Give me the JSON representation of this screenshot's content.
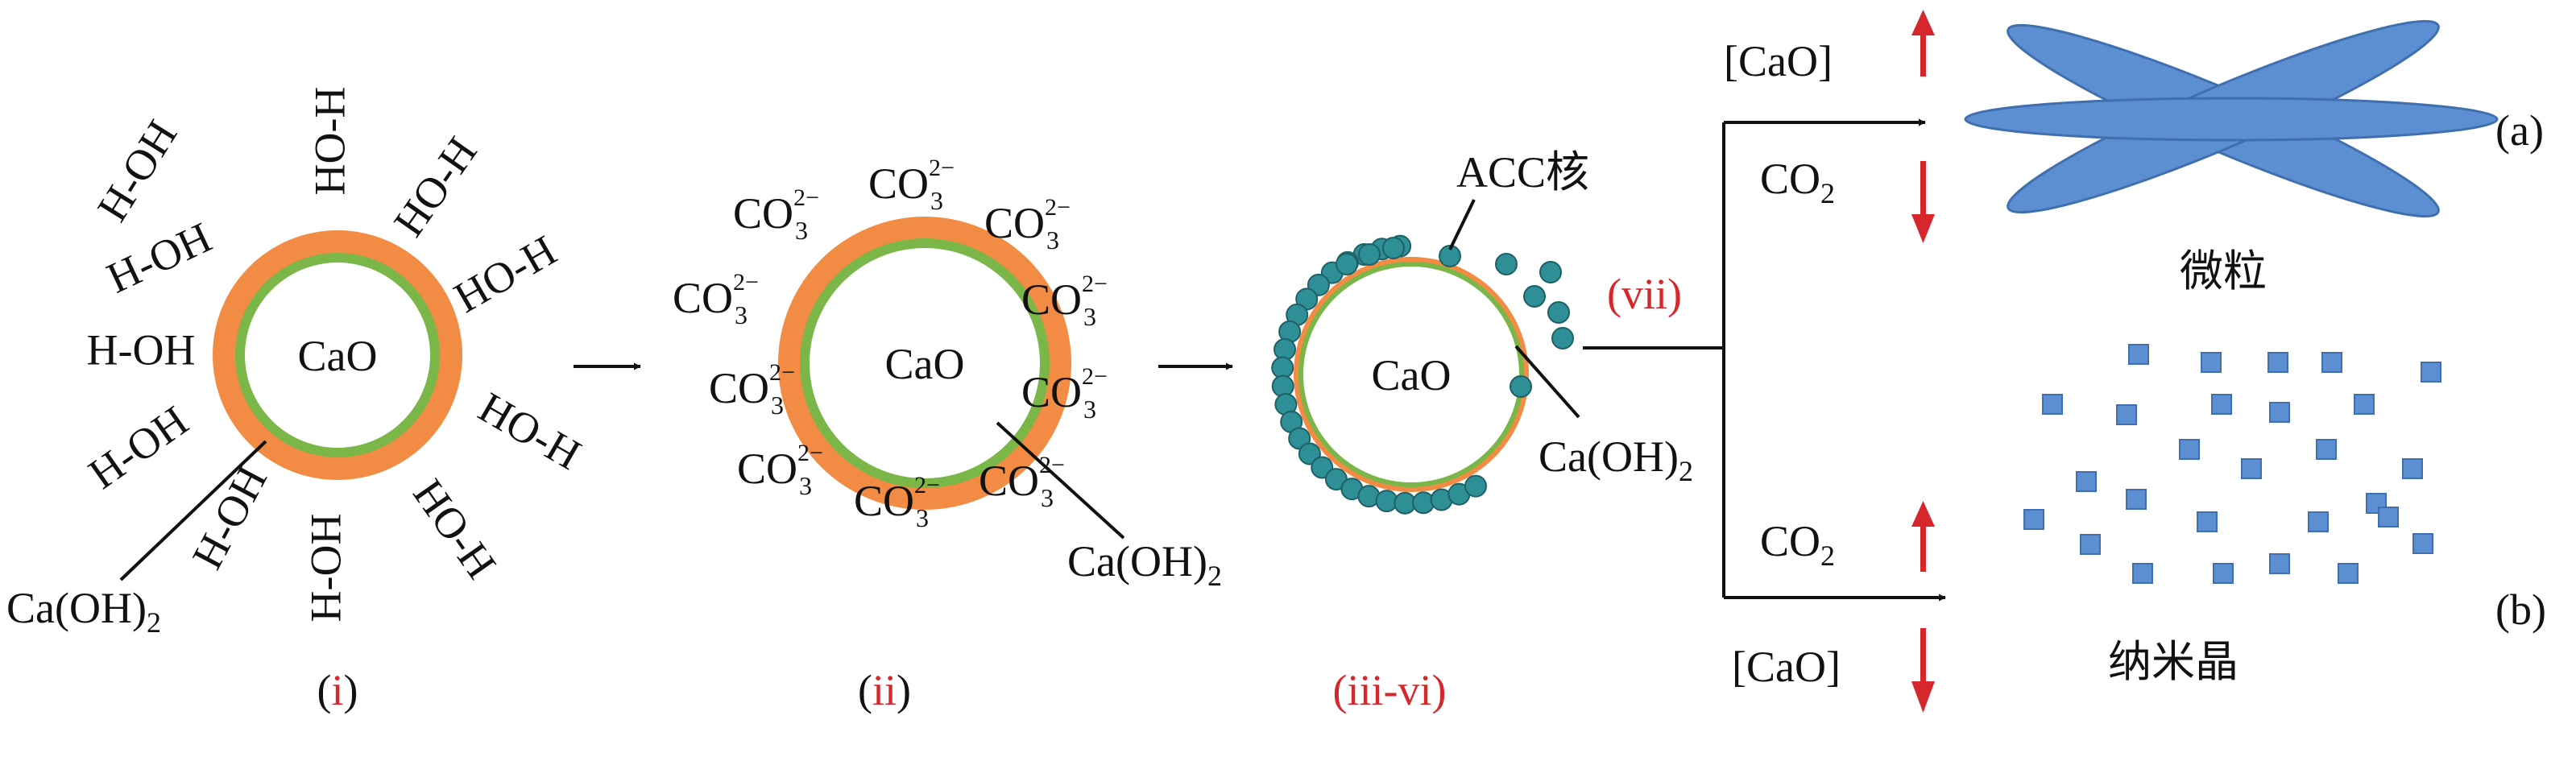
{
  "colors": {
    "shell": "#f28c45",
    "inner_ring": "#7ab648",
    "acc": "#2e8f96",
    "acc_stroke": "#1d6166",
    "crystal": "#5b8fd1",
    "crystal_stroke": "#3f6fae",
    "red": "#d6282c",
    "arrow": "#111111"
  },
  "stage1": {
    "core": "CaO",
    "water": "H-OH",
    "water_rev": "HO-H",
    "shell_label": "Ca(OH)",
    "shell_sub": "2",
    "caption_open": "(",
    "caption_num": "i",
    "caption_close": ")"
  },
  "stage2": {
    "core": "CaO",
    "carbonate": "CO",
    "carbonate_sub": "3",
    "carbonate_sup": "2−",
    "shell_label": "Ca(OH)",
    "shell_sub": "2",
    "caption_open": "(",
    "caption_num": "ii",
    "caption_close": ")"
  },
  "stage3": {
    "core": "CaO",
    "acc_label": "ACC核",
    "shell_label": "Ca(OH)",
    "shell_sub": "2",
    "step_open": "(",
    "step_num": "vii",
    "step_close": ")",
    "caption_open": "(",
    "caption_num": "iii-vi",
    "caption_close": ")"
  },
  "branch_a": {
    "cao_label": "[CaO]",
    "co2_label": "CO",
    "co2_sub": "2",
    "product": "微粒",
    "tag": "(a)"
  },
  "branch_b": {
    "co2_label": "CO",
    "co2_sub": "2",
    "cao_label": "[CaO]",
    "product": "纳米晶",
    "tag": "(b)"
  }
}
